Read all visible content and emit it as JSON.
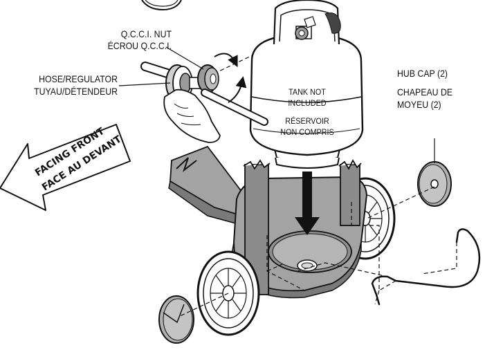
{
  "labels": {
    "qcci_nut_en": "Q.C.C.I. NUT",
    "qcci_nut_fr": "ÉCROU Q.C.C.I.",
    "hose_regulator_en": "HOSE/REGULATOR",
    "hose_regulator_fr": "TUYAU/DÉTENDEUR",
    "hub_cap_en": "HUB CAP (2)",
    "hub_cap_fr_line1": "CHAPEAU DE",
    "hub_cap_fr_line2": "MOYEU (2)",
    "tank_en_line1": "TANK NOT",
    "tank_en_line2": "INCLUDED",
    "tank_fr_line1": "RÉSERVOIR",
    "tank_fr_line2": "NON COMPRIS"
  },
  "direction_arrow": {
    "line1": "FACING FRONT",
    "line2": "FACE AU DEVANT"
  },
  "colors": {
    "line": "#111111",
    "cart_gray": "#a3a3a3",
    "cart_dark": "#7a7a7a",
    "post_gray": "#8c8c8c",
    "tank_white": "#ffffff"
  }
}
